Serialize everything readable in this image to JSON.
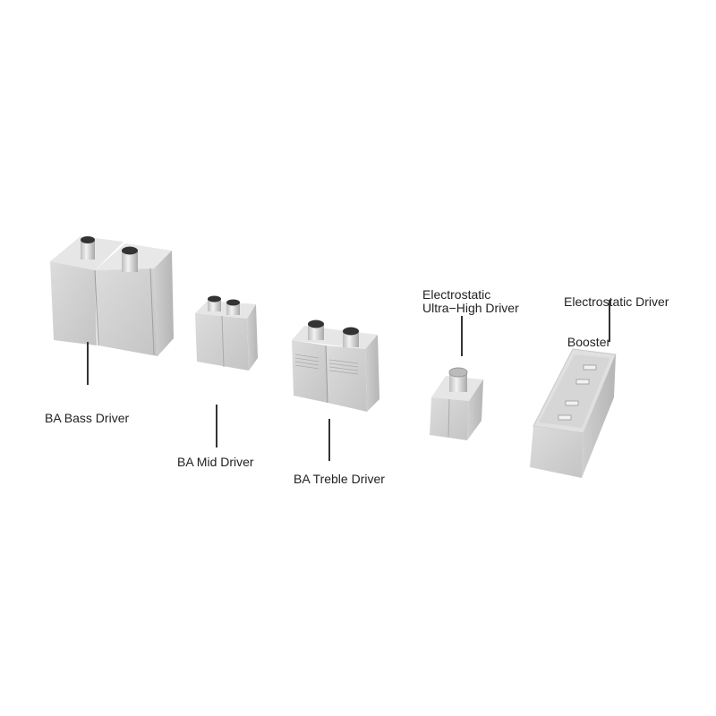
{
  "labels": {
    "bass": "BA Bass Driver",
    "mid": "BA Mid Driver",
    "treble": "BA Treble Driver",
    "ultra_line1": "Electrostatic",
    "ultra_line2": "Ultra−High Driver",
    "booster_line1": "Electrostatic Driver",
    "booster_line2": " Booster"
  },
  "colors": {
    "metal_light": "#e4e4e4",
    "metal_mid": "#cfcfcf",
    "metal_dark": "#b8b8b8",
    "text": "#222222"
  }
}
